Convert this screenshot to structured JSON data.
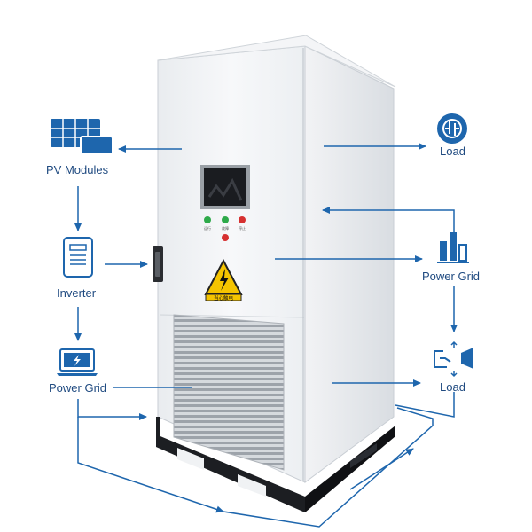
{
  "labels": {
    "pv_modules": "PV Modules",
    "inverter": "Inverter",
    "power_grid_left": "Power Grid",
    "load_top": "Load",
    "power_grid_right": "Power Grid",
    "load_bottom": "Load"
  },
  "cabinet": {
    "warning_label": "当心触电",
    "button_labels": [
      "运行",
      "故障",
      "停止"
    ]
  },
  "colors": {
    "accent": "#1e66ad",
    "text": "#1f4a80",
    "cabinet_face": "#f2f4f6",
    "cabinet_side": "#dfe3e8",
    "base": "#1c1e22",
    "warning": "#f5c400"
  },
  "icons": {
    "pv_modules": "solar-panel-icon",
    "inverter": "inverter-icon",
    "power_grid_left": "laptop-lightning-icon",
    "load_top": "power-circle-icon",
    "power_grid_right": "bar-chart-icon",
    "load_bottom": "load-switch-icon"
  }
}
